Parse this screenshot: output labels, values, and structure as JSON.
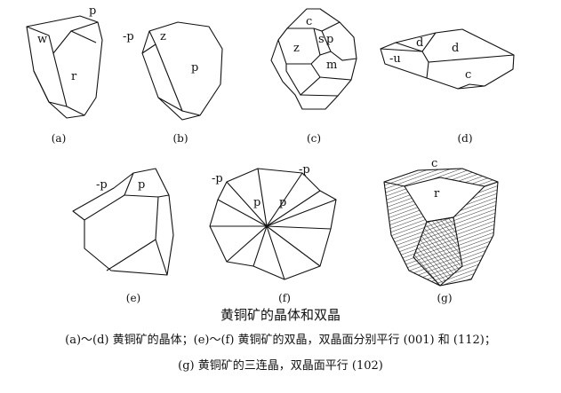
{
  "figures": [
    {
      "id": "a",
      "caption": "(a)",
      "faces": [
        "p",
        "w",
        "r"
      ]
    },
    {
      "id": "b",
      "caption": "(b)",
      "faces": [
        "-p",
        "z",
        "p"
      ]
    },
    {
      "id": "c",
      "caption": "(c)",
      "faces": [
        "c",
        "z",
        "s",
        "p",
        "m"
      ]
    },
    {
      "id": "d",
      "caption": "(d)",
      "faces": [
        "d",
        "-u",
        "d",
        "c"
      ]
    },
    {
      "id": "e",
      "caption": "(e)",
      "faces": [
        "-p",
        "p"
      ]
    },
    {
      "id": "f",
      "caption": "(f)",
      "faces": [
        "-p",
        "-p",
        "p",
        "p"
      ]
    },
    {
      "id": "g",
      "caption": "(g)",
      "faces": [
        "c",
        "r"
      ]
    }
  ],
  "caption": {
    "title": "黄铜矿的晶体和双晶",
    "line1": "(a)～(d) 黄铜矿的晶体；(e)～(f) 黄铜矿的双晶，双晶面分别平行 (001) 和 (112)；",
    "line2": "(g) 黄铜矿的三连晶，双晶面平行 (102)"
  }
}
